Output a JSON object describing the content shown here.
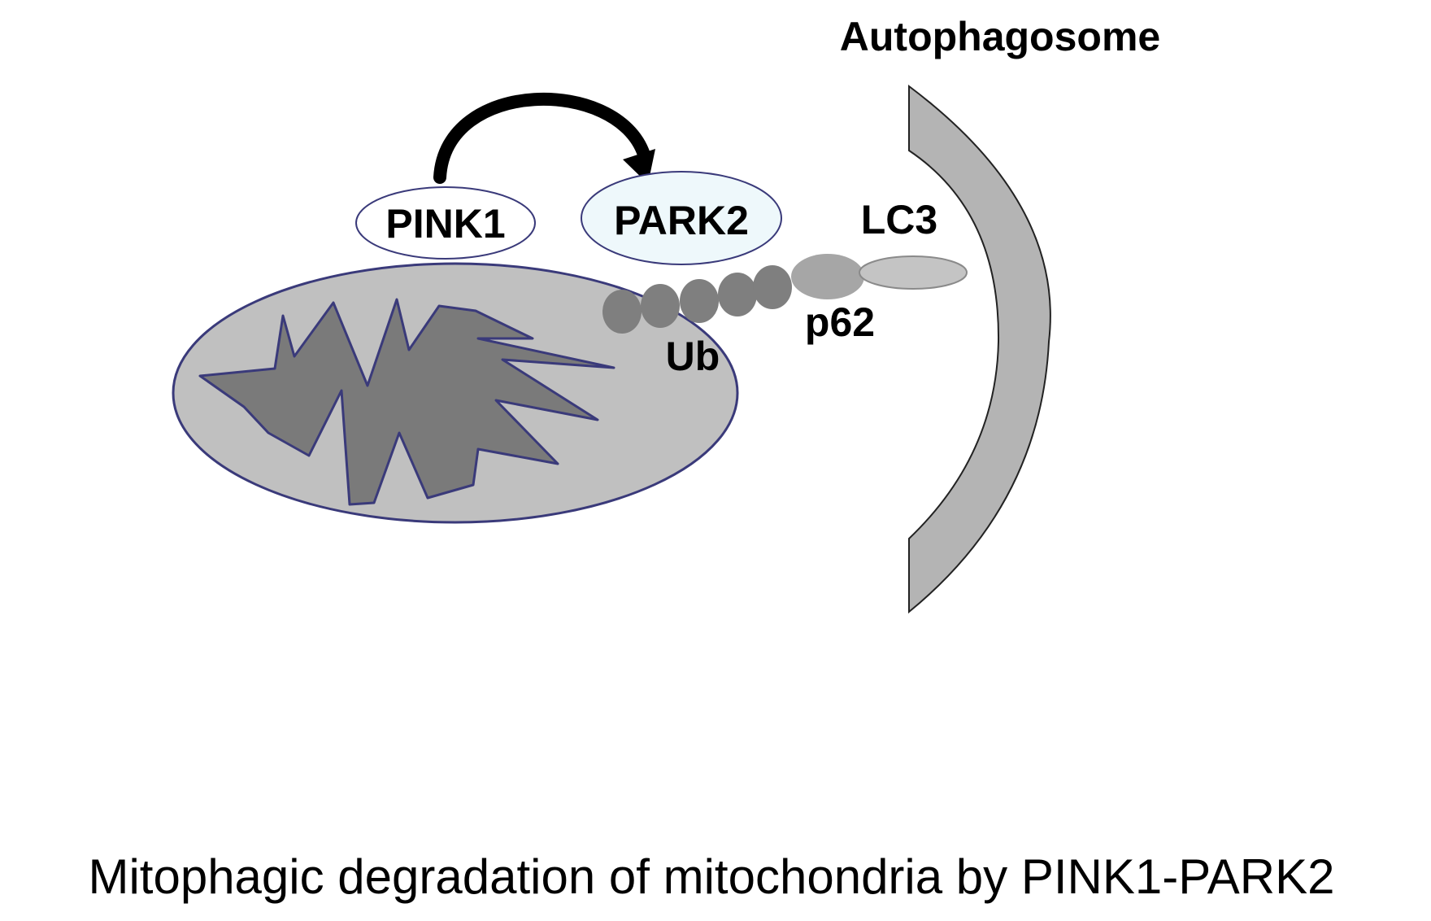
{
  "labels": {
    "autophagosome": "Autophagosome",
    "pink1": "PINK1",
    "park2": "PARK2",
    "lc3": "LC3",
    "p62": "p62",
    "ub": "Ub"
  },
  "caption": "Mitophagic degradation of mitochondria by PINK1-PARK2",
  "colors": {
    "mitochondrion_outer": "#c0c0c0",
    "mitochondrion_inner": "#7a7a7a",
    "membrane_outline": "#3a3a7a",
    "pink1_fill": "#ffffff",
    "park2_fill": "#eef8fb",
    "ubiquitin": "#7f7f7f",
    "p62": "#a6a6a6",
    "lc3": "#c4c4c4",
    "autophagosome": "#b4b4b4",
    "arrow": "#000000"
  }
}
